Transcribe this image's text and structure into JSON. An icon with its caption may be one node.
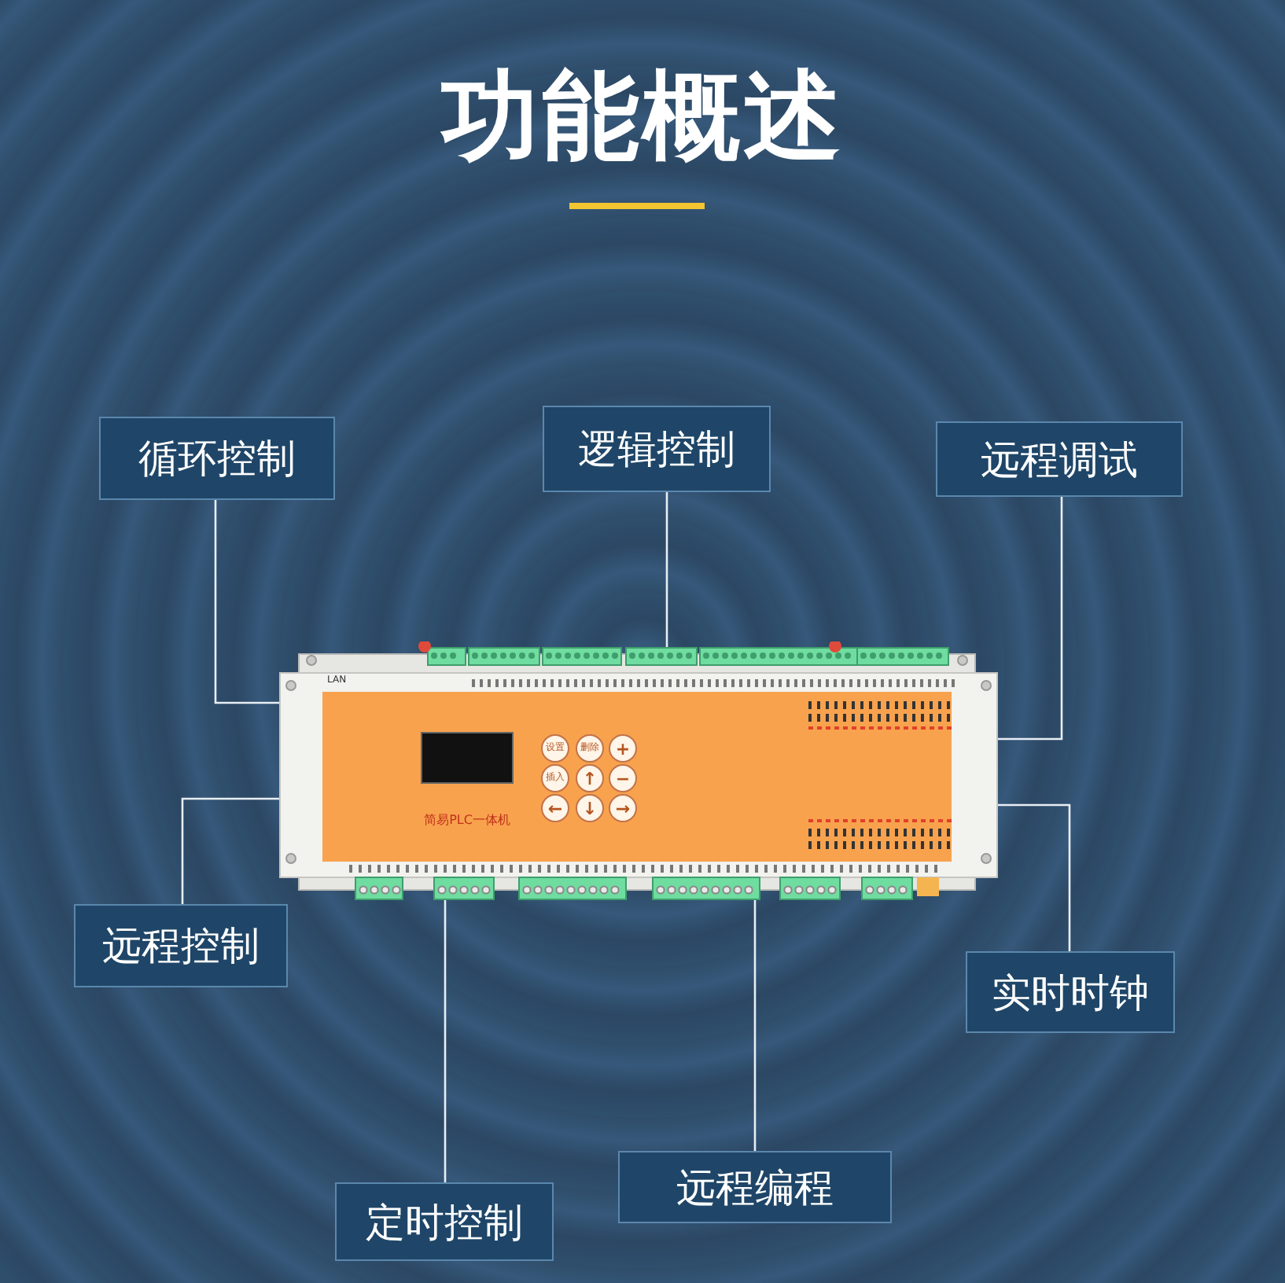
{
  "diagram": {
    "title": "功能概述",
    "nodes": [
      {
        "text": [
          "循环控制"
        ]
      },
      {
        "text": [
          "逻辑控制"
        ]
      },
      {
        "text": [
          "远程调试"
        ]
      },
      {
        "text": [
          "远程控制"
        ]
      },
      {
        "text": [
          "实时时钟"
        ]
      },
      {
        "text": [
          "定时控制"
        ]
      },
      {
        "text": [
          "远程编程"
        ]
      },
      {
        "text": [],
        "shape": "picture"
      }
    ],
    "edges": [
      {
        "from": 0,
        "to": 7,
        "arrow": "none"
      },
      {
        "from": 1,
        "to": 7,
        "arrow": "none"
      },
      {
        "from": 2,
        "to": 7,
        "arrow": "none"
      },
      {
        "from": 3,
        "to": 7,
        "arrow": "none"
      },
      {
        "from": 4,
        "to": 7,
        "arrow": "none"
      },
      {
        "from": 5,
        "to": 7,
        "arrow": "none"
      },
      {
        "from": 6,
        "to": 7,
        "arrow": "none"
      }
    ],
    "labels": [
      "LAN",
      "设置",
      "删除",
      "+",
      "插入",
      "↑",
      "−",
      "←",
      "↓",
      "→",
      "简易PLC一体机"
    ]
  }
}
